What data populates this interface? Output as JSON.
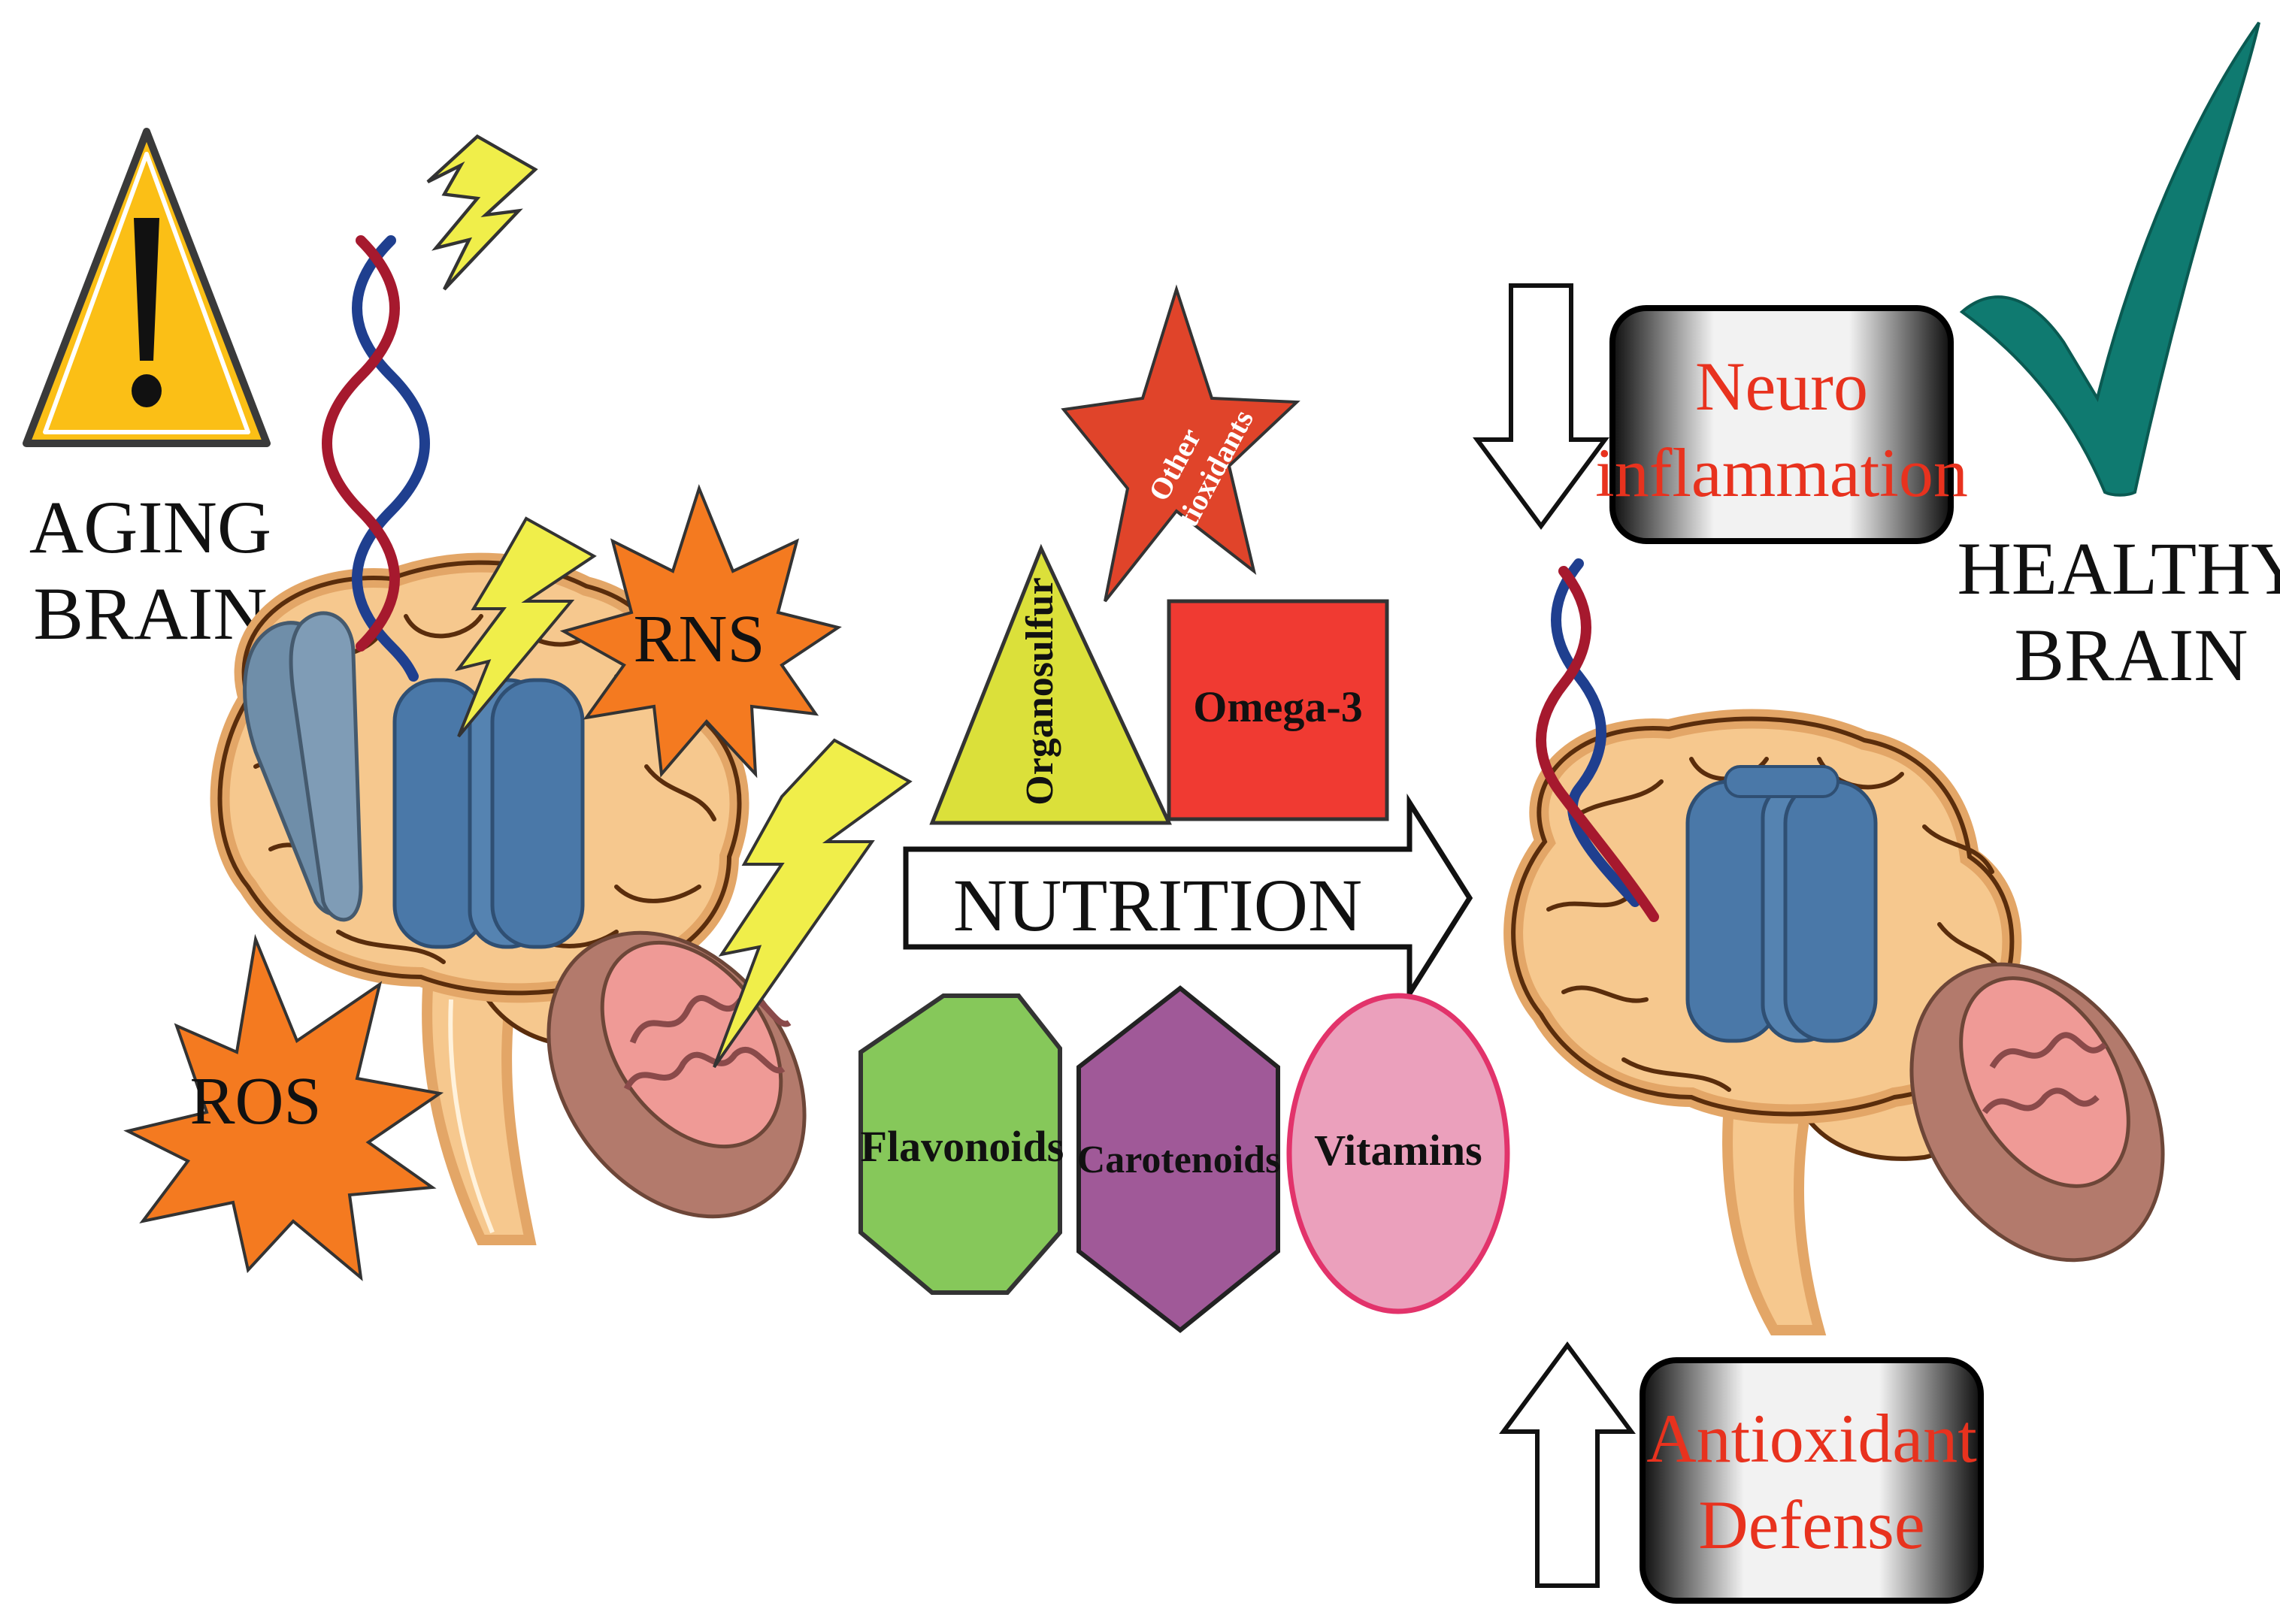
{
  "left": {
    "title_line1": "AGING",
    "title_line2": "BRAIN",
    "ros_label": "ROS",
    "rns_label": "RNS"
  },
  "center": {
    "arrow_label": "NUTRITION",
    "organosulfur": "Organosulfur",
    "other_antioxidants_line1": "Other",
    "other_antioxidants_line2": "antioxidants",
    "omega3": "Omega-3",
    "flavonoids": "Flavonoids",
    "carotenoids": "Carotenoids",
    "vitamins": "Vitamins"
  },
  "right": {
    "title_line1": "HEALTHY",
    "title_line2": "BRAIN",
    "box_top_line1": "Neuro",
    "box_top_line2": "inflammation",
    "box_bottom_line1": "Antioxidant",
    "box_bottom_line2": "Defense"
  },
  "colors": {
    "brain_fill": "#f6c88e",
    "brain_outline": "#5a2d0c",
    "channel": "#4a78a8",
    "channel_gray": "#6f8ea9",
    "burst": "#f47a20",
    "bolt": "#f0ee4a",
    "mito": "#b37a6c",
    "mito_inner": "#ef9a96",
    "dna_blue": "#1f3f8f",
    "dna_red": "#a6192e",
    "triangle": "#dbe03a",
    "star": "#e0442a",
    "square": "#f03a32",
    "octagon": "#86c85a",
    "hexagon": "#a05998",
    "ellipse": "#eba0bc",
    "check": "#0f7a70",
    "warning": "#fbbf16",
    "box_text": "#e8321e"
  }
}
